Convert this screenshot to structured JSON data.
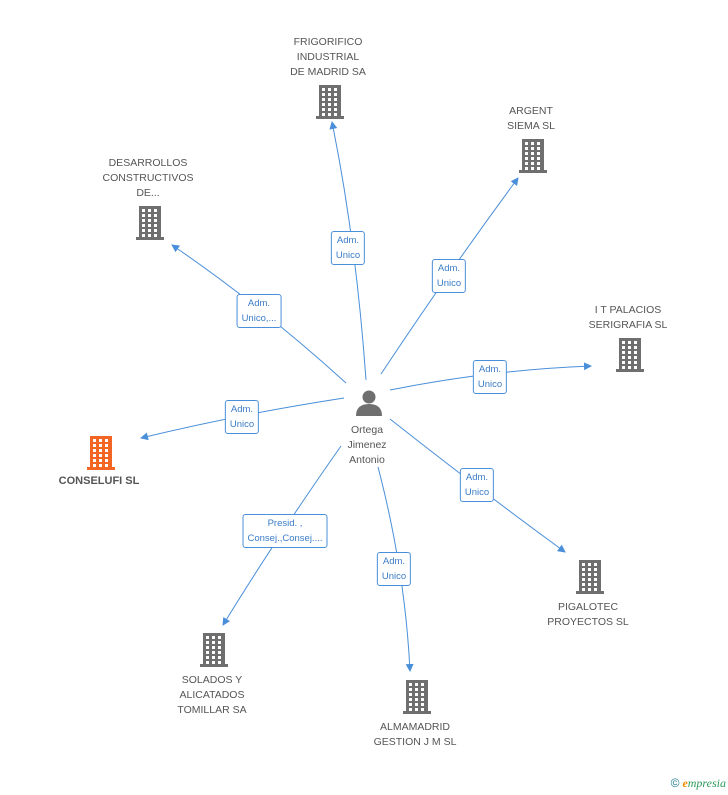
{
  "center": {
    "id": "ortega",
    "label": [
      "Ortega",
      "Jimenez",
      "Antonio"
    ]
  },
  "nodes": [
    {
      "id": "frigorifico",
      "label": [
        "FRIGORIFICO",
        "INDUSTRIAL",
        "DE MADRID SA"
      ],
      "highlight": false
    },
    {
      "id": "argent",
      "label": [
        "ARGENT",
        "SIEMA SL"
      ],
      "highlight": false
    },
    {
      "id": "desarrollos",
      "label": [
        "DESARROLLOS",
        "CONSTRUCTIVOS",
        "DE..."
      ],
      "highlight": false
    },
    {
      "id": "itpalacios",
      "label": [
        "I T PALACIOS",
        "SERIGRAFIA SL"
      ],
      "highlight": false
    },
    {
      "id": "conselufi",
      "label": [
        "CONSELUFI SL"
      ],
      "highlight": true
    },
    {
      "id": "pigalotec",
      "label": [
        "PIGALOTEC",
        "PROYECTOS SL"
      ],
      "highlight": false
    },
    {
      "id": "solados",
      "label": [
        "SOLADOS Y",
        "ALICATADOS",
        "TOMILLAR SA"
      ],
      "highlight": false
    },
    {
      "id": "almamadrid",
      "label": [
        "ALMAMADRID",
        "GESTION J M SL"
      ],
      "highlight": false
    }
  ],
  "edges": [
    {
      "from": "ortega",
      "to": "frigorifico",
      "label": [
        "Adm.",
        "Unico"
      ]
    },
    {
      "from": "ortega",
      "to": "argent",
      "label": [
        "Adm.",
        "Unico"
      ]
    },
    {
      "from": "ortega",
      "to": "desarrollos",
      "label": [
        "Adm.",
        "Unico,..."
      ]
    },
    {
      "from": "ortega",
      "to": "itpalacios",
      "label": [
        "Adm.",
        "Unico"
      ]
    },
    {
      "from": "ortega",
      "to": "conselufi",
      "label": [
        "Adm.",
        "Unico"
      ]
    },
    {
      "from": "ortega",
      "to": "pigalotec",
      "label": [
        "Adm.",
        "Unico"
      ]
    },
    {
      "from": "ortega",
      "to": "solados",
      "label": [
        "Presid. ,",
        "Consej.,Consej...."
      ]
    },
    {
      "from": "ortega",
      "to": "almamadrid",
      "label": [
        "Adm.",
        "Unico"
      ]
    }
  ],
  "colors": {
    "edge": "#4a8fd9",
    "building": "#6f6f6f",
    "highlight_building": "#f26522",
    "person": "#6f6f6f"
  },
  "footer": {
    "copyright_symbol": "©",
    "brand_initial": "e",
    "brand_rest": "mpresia"
  }
}
